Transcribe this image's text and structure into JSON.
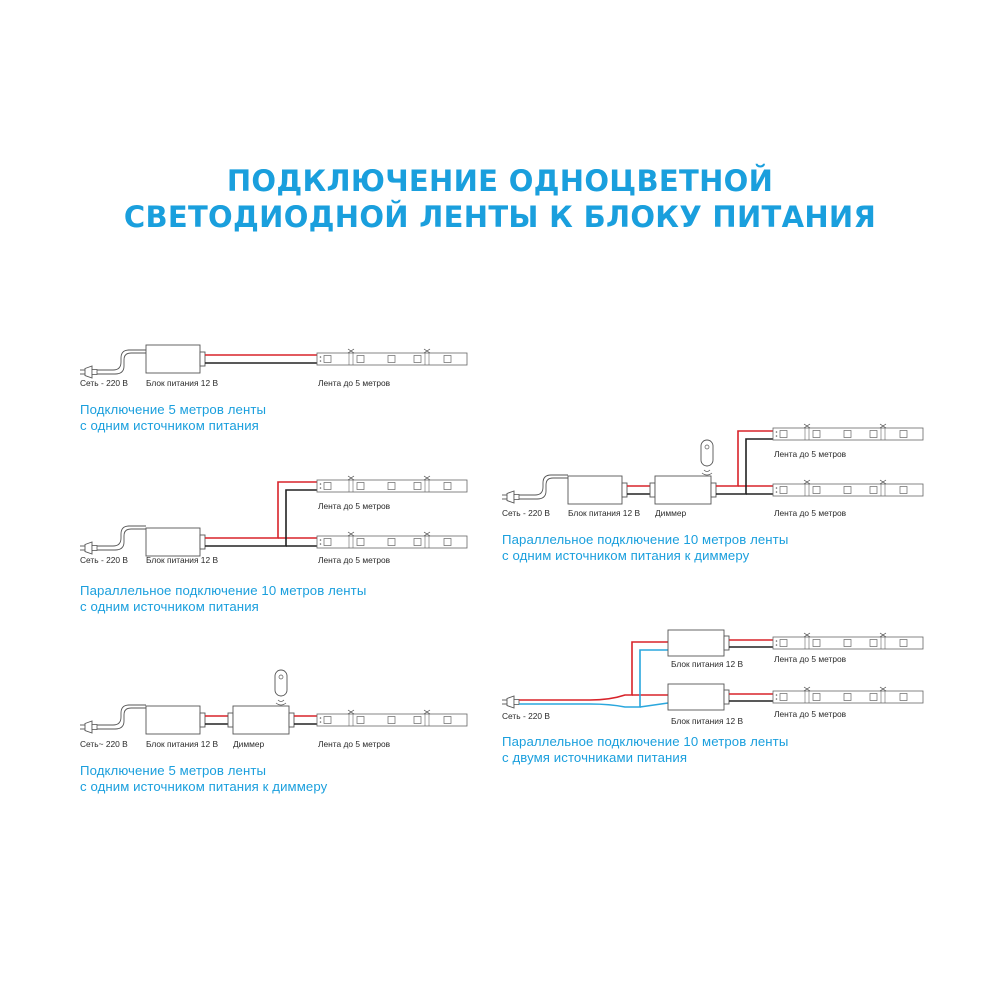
{
  "title": {
    "line1": "ПОДКЛЮЧЕНИЕ ОДНОЦВЕТНОЙ",
    "line2": "СВЕТОДИОДНОЙ ЛЕНТЫ К БЛОКУ ПИТАНИЯ"
  },
  "labels": {
    "mains": "Сеть - 220 В",
    "mains_alt": "Сеть~ 220 В",
    "psu": "Блок питания 12 В",
    "dimmer": "Диммер",
    "strip": "Лента до 5 метров"
  },
  "captions": {
    "d1_l1": "Подключение 5 метров ленты",
    "d1_l2": "с одним источником питания",
    "d2_l1": "Параллельное подключение 10 метров ленты",
    "d2_l2": "с одним источником питания",
    "d3_l1": "Подключение 5 метров ленты",
    "d3_l2": "с одним источником питания к диммеру",
    "d4_l1": "Параллельное подключение 10 метров ленты",
    "d4_l2": "с одним источником питания к диммеру",
    "d5_l1": "Параллельное подключение 10 метров ленты",
    "d5_l2": "с двумя источниками питания"
  },
  "colors": {
    "accent": "#1a9fdd",
    "wire_positive": "#d8232a",
    "wire_negative": "#222222",
    "wire_mains": "#2aa7dd"
  }
}
